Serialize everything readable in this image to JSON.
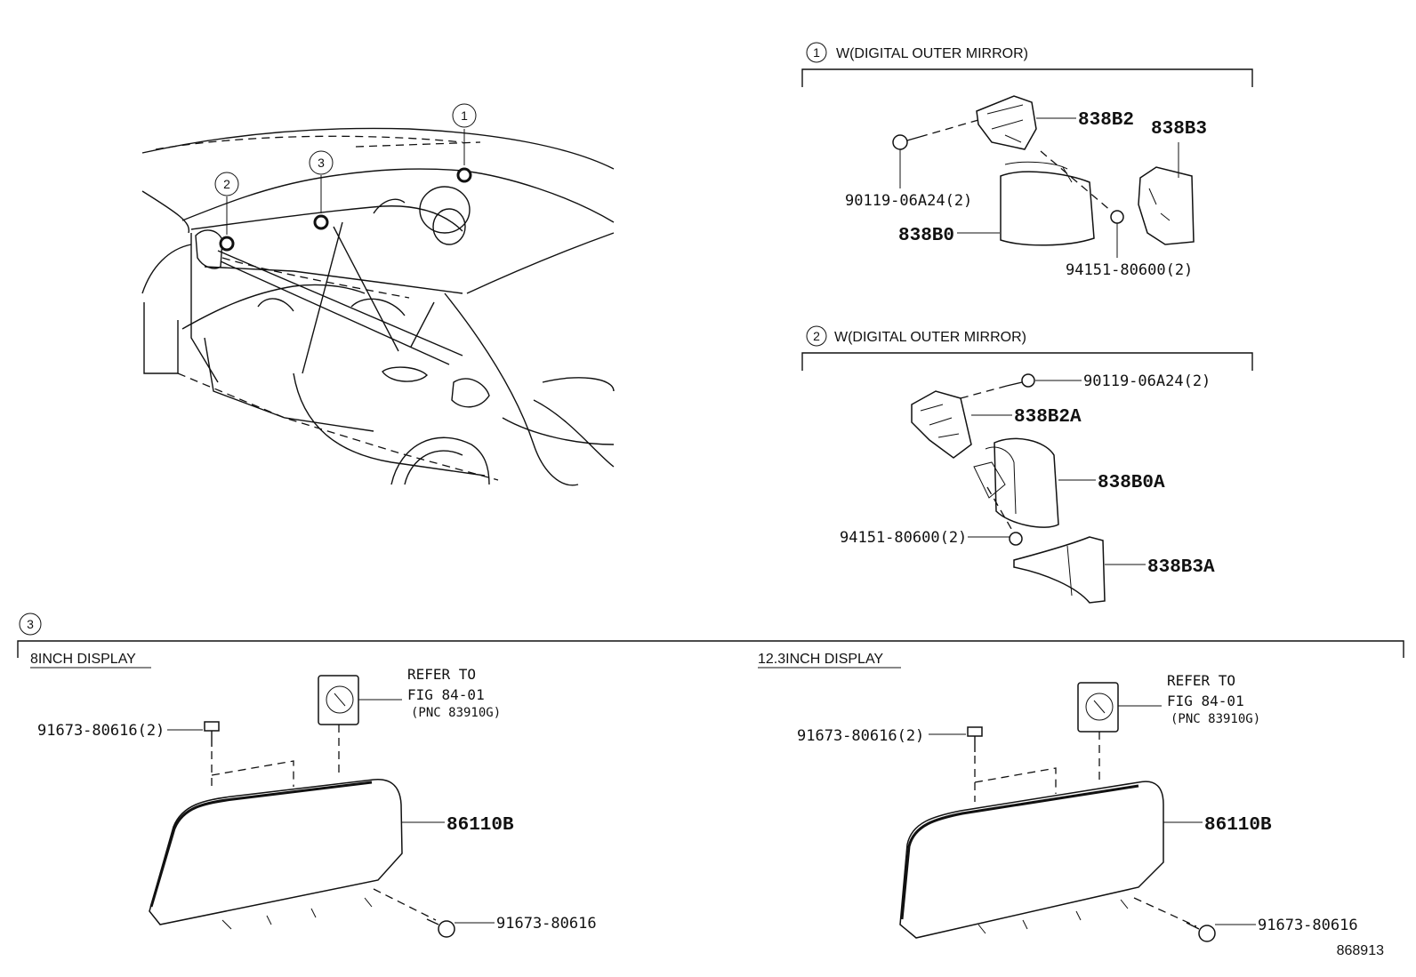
{
  "overview": {
    "callouts": [
      "1",
      "2",
      "3"
    ]
  },
  "section1": {
    "number": "1",
    "title": "W(DIGITAL OUTER MIRROR)",
    "parts": {
      "bracket": "838B2",
      "cover": "838B3",
      "bolt": "90119-06A24(2)",
      "monitor": "838B0",
      "nut": "94151-80600(2)"
    }
  },
  "section2": {
    "number": "2",
    "title": "W(DIGITAL OUTER MIRROR)",
    "parts": {
      "bolt": "90119-06A24(2)",
      "bracket": "838B2A",
      "monitor": "838B0A",
      "nut": "94151-80600(2)",
      "cover": "838B3A"
    }
  },
  "section3": {
    "number": "3",
    "left": {
      "title": "8INCH DISPLAY",
      "ref_line1": "REFER TO",
      "ref_line2": "FIG 84-01",
      "ref_line3": "(PNC 83910G)",
      "bolt_top": "91673-80616(2)",
      "display": "86110B",
      "bolt_bottom": "91673-80616"
    },
    "right": {
      "title": "12.3INCH DISPLAY",
      "ref_line1": "REFER TO",
      "ref_line2": "FIG 84-01",
      "ref_line3": "(PNC 83910G)",
      "bolt_top": "91673-80616(2)",
      "display": "86110B",
      "bolt_bottom": "91673-80616"
    }
  },
  "figure_number": "868913"
}
